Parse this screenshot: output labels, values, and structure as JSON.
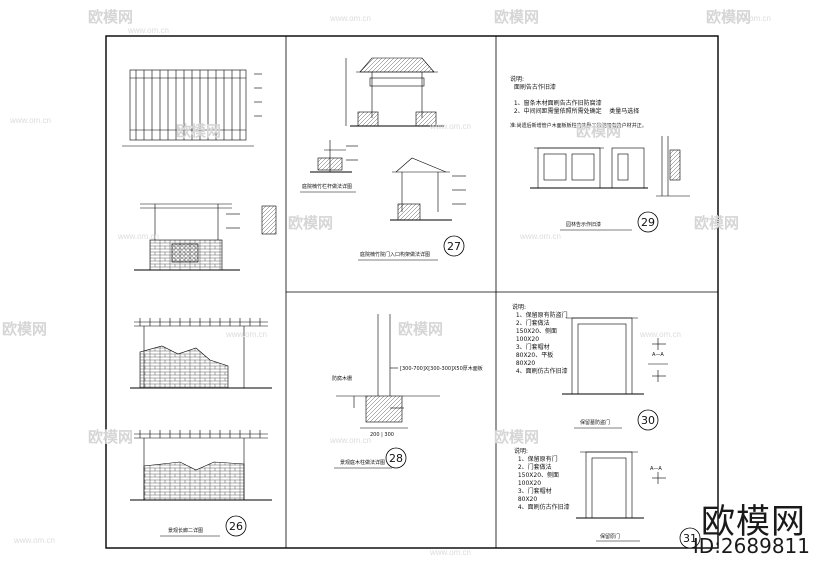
{
  "watermark": {
    "logo_text": "欧模网",
    "url": "www.om.cn"
  },
  "brand": {
    "name": "欧模网",
    "id": "ID:2689811"
  },
  "panels": {
    "p26": {
      "number": "26",
      "caption": "景观长廊二详图"
    },
    "p27": {
      "number": "27",
      "caption_a": "庭院楠竹栏杆做法详图",
      "caption_b": "庭院楠竹院门入口构架做法详图"
    },
    "p28": {
      "number": "28",
      "caption": "景观庭木柱做法详图",
      "label_a": "防腐木栅",
      "label_b": "[300-700]X[300-300]X50厚木面板",
      "dim": "200 | 300"
    },
    "p29": {
      "number": "29",
      "caption": "园林告示作旧漆",
      "notes": "说明:\n  面刷告古作旧漆\n\n  1、窗条木材面刷告古作旧防腐漆\n  2、中间间距需量依照所需处确定    类量马选择",
      "extra_note": "准:尚遗后新增管户木面板板柱内夹卧工告地用有告户材并正。"
    },
    "p30": {
      "number": "30",
      "caption": "保留墓防盗门",
      "notes": "说明:\n  1、保留原有防盗门\n  2、门套做法\n  150X20、侧面\n  100X20\n  3、门套帽材\n  80X20、平板\n  80X20\n  4、面刷仿古作旧漆",
      "section": "A—A"
    },
    "p31": {
      "number": "31",
      "caption": "保留原门",
      "notes": "说明:\n  1、保留原有门\n  2、门套做法\n  150X20、侧面\n  100X20\n  3、门套帽材\n  80X20\n  4、面刷仿古作旧漆",
      "section": "A—A"
    }
  }
}
